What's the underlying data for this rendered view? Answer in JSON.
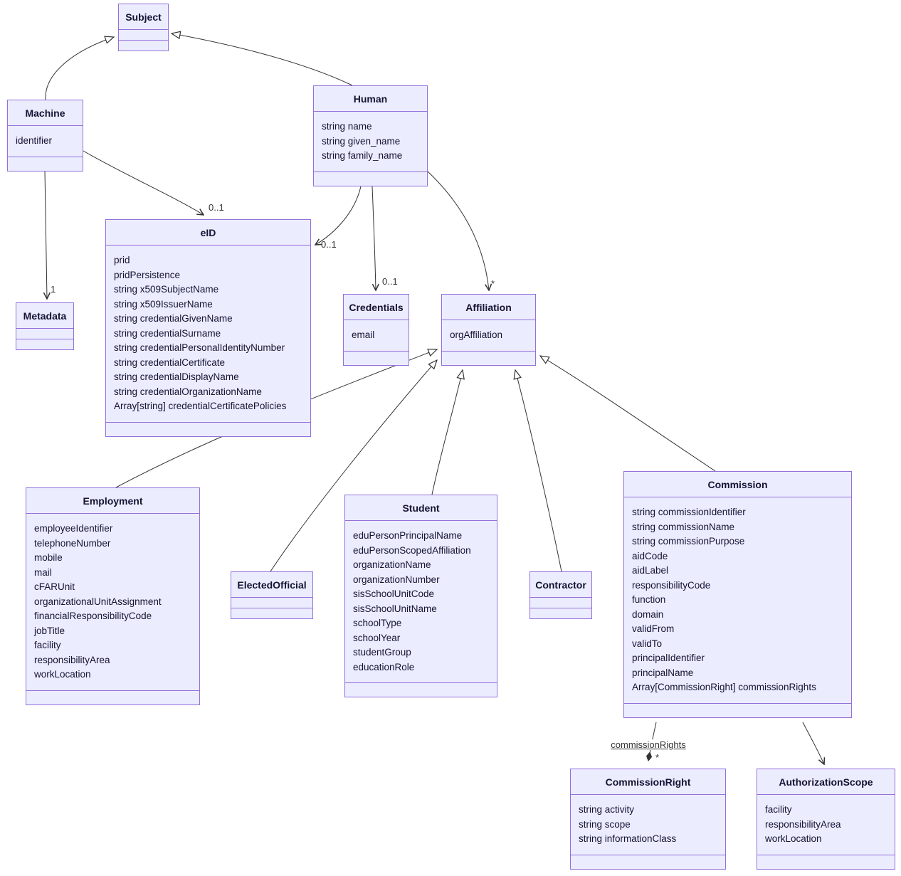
{
  "classes": {
    "subject": {
      "name": "Subject",
      "attributes": []
    },
    "machine": {
      "name": "Machine",
      "attributes": [
        "identifier"
      ]
    },
    "human": {
      "name": "Human",
      "attributes": [
        "string name",
        "string given_name",
        "string family_name"
      ]
    },
    "eid": {
      "name": "eID",
      "attributes": [
        "prid",
        "pridPersistence",
        "string x509SubjectName",
        "string x509IssuerName",
        "string credentialGivenName",
        "string credentialSurname",
        "string credentialPersonalIdentityNumber",
        "string credentialCertificate",
        "string credentialDisplayName",
        "string credentialOrganizationName",
        "Array[string] credentialCertificatePolicies"
      ]
    },
    "metadata": {
      "name": "Metadata",
      "attributes": []
    },
    "credentials": {
      "name": "Credentials",
      "attributes": [
        "email"
      ]
    },
    "affiliation": {
      "name": "Affiliation",
      "attributes": [
        "orgAffiliation"
      ]
    },
    "employment": {
      "name": "Employment",
      "attributes": [
        "employeeIdentifier",
        "telephoneNumber",
        "mobile",
        "mail",
        "cFARUnit",
        "organizationalUnitAssignment",
        "financialResponsibilityCode",
        "jobTitle",
        "facility",
        "responsibilityArea",
        "workLocation"
      ]
    },
    "electedOfficial": {
      "name": "ElectedOfficial",
      "attributes": []
    },
    "student": {
      "name": "Student",
      "attributes": [
        "eduPersonPrincipalName",
        "eduPersonScopedAffiliation",
        "organizationName",
        "organizationNumber",
        "sisSchoolUnitCode",
        "sisSchoolUnitName",
        "schoolType",
        "schoolYear",
        "studentGroup",
        "educationRole"
      ]
    },
    "contractor": {
      "name": "Contractor",
      "attributes": []
    },
    "commission": {
      "name": "Commission",
      "attributes": [
        "string commissionIdentifier",
        "string commissionName",
        "string commissionPurpose",
        "aidCode",
        "aidLabel",
        "responsibilityCode",
        "function",
        "domain",
        "validFrom",
        "validTo",
        "principalIdentifier",
        "principalName",
        "Array[CommissionRight] commissionRights"
      ]
    },
    "commissionRight": {
      "name": "CommissionRight",
      "attributes": [
        "string activity",
        "string scope",
        "string informationClass"
      ]
    },
    "authorizationScope": {
      "name": "AuthorizationScope",
      "attributes": [
        "facility",
        "responsibilityArea",
        "workLocation"
      ]
    }
  },
  "edge_labels": {
    "machine_eid": "0..1",
    "machine_metadata": "1",
    "human_eid": "0..1",
    "human_credentials": "0..1",
    "human_affiliation": "*",
    "commission_commissionRight_name": "commissionRights",
    "commission_commissionRight_mult": "*"
  },
  "colors": {
    "node_fill": "#ECECFF",
    "node_border": "#9370DB",
    "edge": "#333333"
  }
}
